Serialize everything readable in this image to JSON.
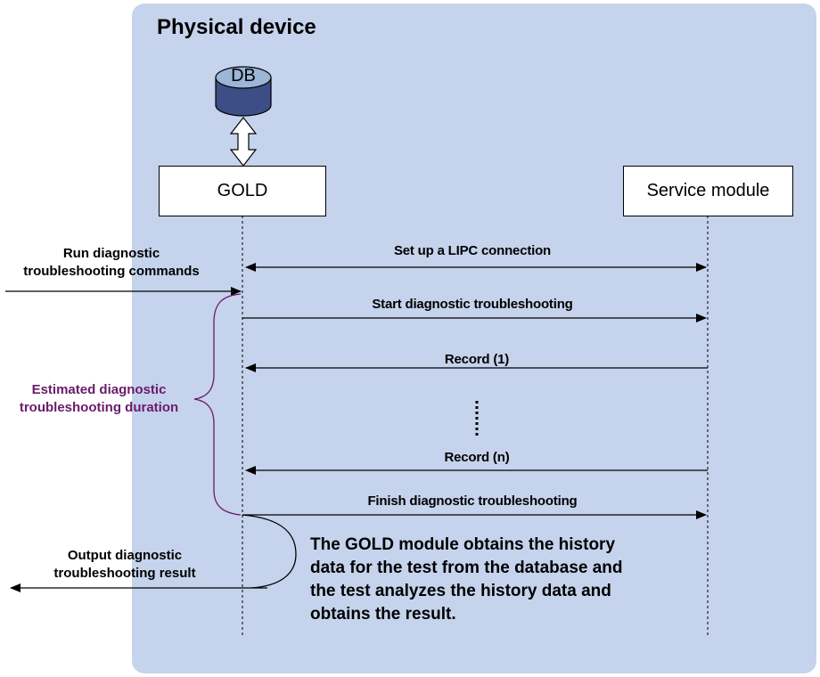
{
  "title": "Physical device",
  "db": {
    "label": "DB",
    "fill": "#3d4d86",
    "top_fill": "#9bb6d6"
  },
  "nodes": {
    "gold": "GOLD",
    "service": "Service module"
  },
  "messages": {
    "lipc": "Set up a LIPC connection",
    "start": "Start diagnostic troubleshooting",
    "record1": "Record (1)",
    "recordn": "Record (n)",
    "finish": "Finish diagnostic troubleshooting"
  },
  "inputs": {
    "run_line1": "Run diagnostic",
    "run_line2": "troubleshooting commands",
    "output_line1": "Output diagnostic",
    "output_line2": "troubleshooting result"
  },
  "duration": {
    "line1": "Estimated diagnostic",
    "line2": "troubleshooting duration",
    "color": "#6b1a6b"
  },
  "note": "The GOLD module obtains the history\ndata for the test from the database and\nthe test analyzes the history data and\nobtains the result.",
  "colors": {
    "panel": "#c5d3ec"
  }
}
